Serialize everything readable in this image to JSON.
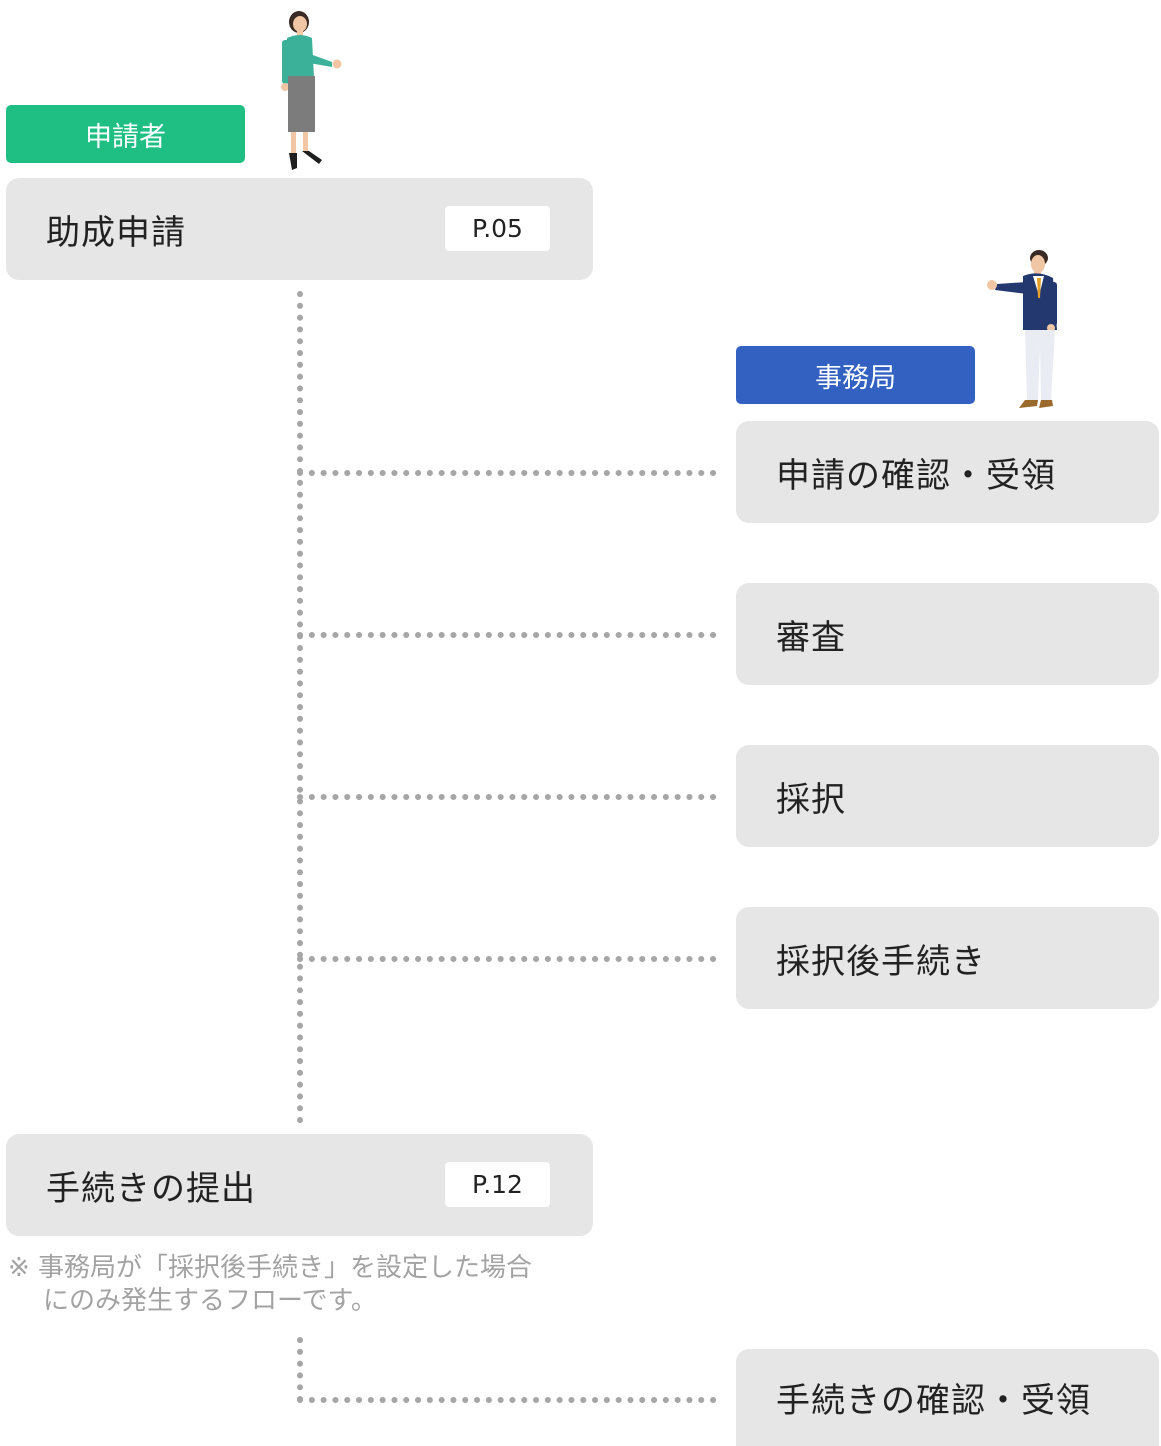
{
  "roles": {
    "applicant": {
      "label": "申請者",
      "color": "#1fbf84",
      "figure_icon": "woman-presenting-icon"
    },
    "office": {
      "label": "事務局",
      "color": "#3361c1",
      "figure_icon": "man-in-suit-presenting-icon"
    }
  },
  "applicant_steps": [
    {
      "label": "助成申請",
      "page_ref": "P.05"
    },
    {
      "label": "手続きの提出",
      "page_ref": "P.12"
    }
  ],
  "office_steps": [
    {
      "label": "申請の確認・受領"
    },
    {
      "label": "審査"
    },
    {
      "label": "採択"
    },
    {
      "label": "採択後手続き"
    },
    {
      "label": "手続きの確認・受領"
    }
  ],
  "note": {
    "line1": "※ 事務局が「採択後手続き」を設定した場合",
    "line2": "にのみ発生するフローです。"
  },
  "colors": {
    "step_box": "#e6e6e6",
    "connector": "#a6a6a6",
    "note_text": "#a3a3a3"
  }
}
